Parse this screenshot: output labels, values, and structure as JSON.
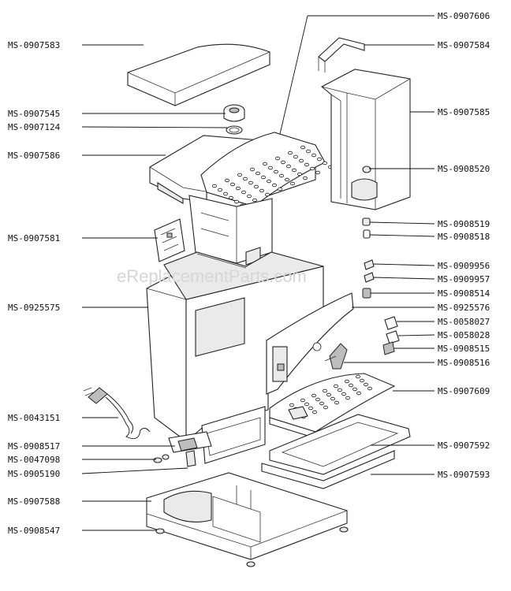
{
  "watermark": "eReplacementParts.com",
  "labels_left": [
    {
      "id": "MS-0907583"
    },
    {
      "id": "MS-0907545"
    },
    {
      "id": "MS-0907124"
    },
    {
      "id": "MS-0907586"
    },
    {
      "id": "MS-0907581"
    },
    {
      "id": "MS-0925575"
    },
    {
      "id": "MS-0043151"
    },
    {
      "id": "MS-0908517"
    },
    {
      "id": "MS-0047098"
    },
    {
      "id": "MS-0905190"
    },
    {
      "id": "MS-0907588"
    },
    {
      "id": "MS-0908547"
    }
  ],
  "labels_right": [
    {
      "id": "MS-0907606"
    },
    {
      "id": "MS-0907584"
    },
    {
      "id": "MS-0907585"
    },
    {
      "id": "MS-0908520"
    },
    {
      "id": "MS-0908519"
    },
    {
      "id": "MS-0908518"
    },
    {
      "id": "MS-0909956"
    },
    {
      "id": "MS-0909957"
    },
    {
      "id": "MS-0908514"
    },
    {
      "id": "MS-0925576"
    },
    {
      "id": "MS-0058027"
    },
    {
      "id": "MS-0058028"
    },
    {
      "id": "MS-0908515"
    },
    {
      "id": "MS-0908516"
    },
    {
      "id": "MS-0907609"
    },
    {
      "id": "MS-0907592"
    },
    {
      "id": "MS-0907593"
    }
  ]
}
